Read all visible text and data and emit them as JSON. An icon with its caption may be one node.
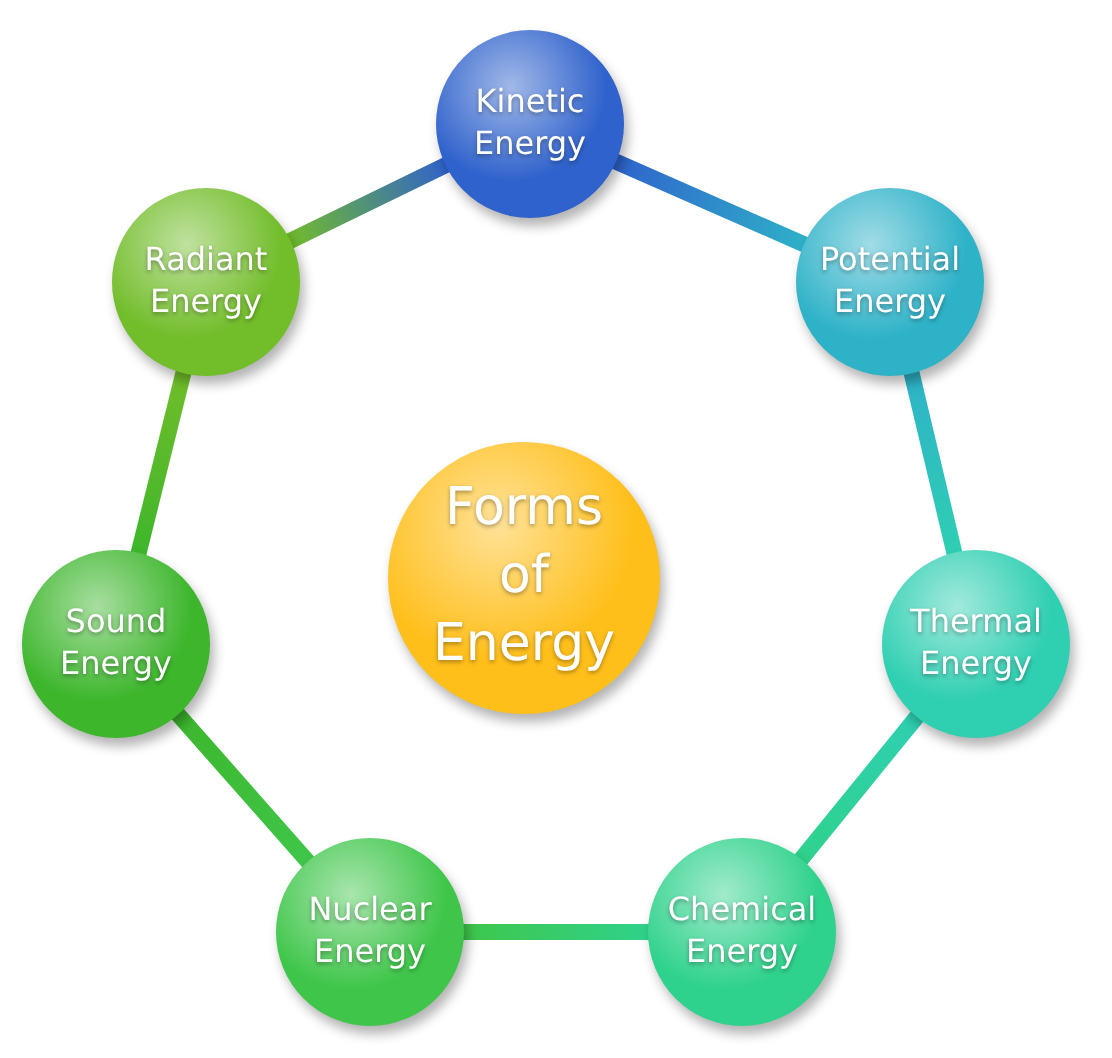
{
  "diagram": {
    "nodes": [
      {
        "text": [
          "Kinetic Energy"
        ]
      },
      {
        "text": [
          "Radiant Energy"
        ]
      },
      {
        "text": [
          "Potential Energy"
        ]
      },
      {
        "text": [
          "Forms of Energy"
        ]
      },
      {
        "text": [
          "Sound Energy"
        ]
      },
      {
        "text": [
          "Thermal Energy"
        ]
      },
      {
        "text": [
          "Nuclear Energy"
        ]
      },
      {
        "text": [
          "Chemical Energy"
        ]
      }
    ],
    "edges": [
      {
        "from": 0,
        "to": 2,
        "arrow": "none"
      },
      {
        "from": 2,
        "to": 5,
        "arrow": "none"
      },
      {
        "from": 5,
        "to": 7,
        "arrow": "none"
      },
      {
        "from": 7,
        "to": 6,
        "arrow": "none"
      },
      {
        "from": 6,
        "to": 4,
        "arrow": "none"
      },
      {
        "from": 4,
        "to": 1,
        "arrow": "none"
      },
      {
        "from": 1,
        "to": 0,
        "arrow": "none"
      }
    ]
  }
}
